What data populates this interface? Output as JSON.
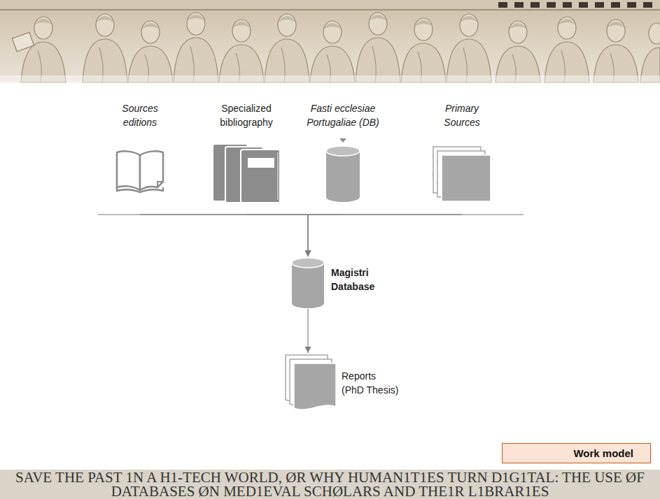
{
  "diagram": {
    "caption": "SAVE THE PAST 1N A H1-TECH WORLD, ØR WHY HUMAN1T1ES TURN D1G1TAL: THE USE ØF DATABASES ØN MED1EVAL SCHØLARS AND THE1R L1BRAR1ES",
    "nodes": [
      {
        "text": [
          "Sources editions"
        ]
      },
      {
        "text": [
          "Specialized bibliography"
        ]
      },
      {
        "text": [
          "Fasti ecclesiae Portugaliae (DB)"
        ]
      },
      {
        "text": [
          "Primary Sources"
        ]
      },
      {
        "text": [
          "Magistri Database"
        ]
      },
      {
        "text": [
          "Reports (PhD Thesis)"
        ]
      },
      {
        "text": [
          "Work model"
        ]
      }
    ],
    "edges": [
      {
        "from": 0,
        "to": 4,
        "arrow": "to"
      },
      {
        "from": 1,
        "to": 4,
        "arrow": "to"
      },
      {
        "from": 2,
        "to": 4,
        "arrow": "to"
      },
      {
        "from": 3,
        "to": 4,
        "arrow": "to"
      },
      {
        "from": 4,
        "to": 5,
        "arrow": "to"
      }
    ]
  }
}
